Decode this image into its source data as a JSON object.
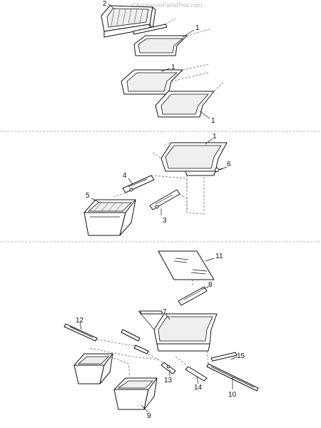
{
  "watermark": "©AppliancePartsPros.com",
  "callouts": {
    "s1_drawer": "2",
    "s1_shelf_a": "1",
    "s1_shelf_b": "1",
    "s1_shelf_c": "1",
    "s2_shelf": "1",
    "s2_screw": "6",
    "s2_rail_upper": "4",
    "s2_rail_lower": "3",
    "s2_drawer": "5",
    "s3_glass": "11",
    "s3_support": "8",
    "s3_frame": "7",
    "s3_rail_left": "12",
    "s3_rail_right": "15",
    "s3_slide": "13",
    "s3_track": "14",
    "s3_long_rail": "10",
    "s3_drawer": "9"
  }
}
